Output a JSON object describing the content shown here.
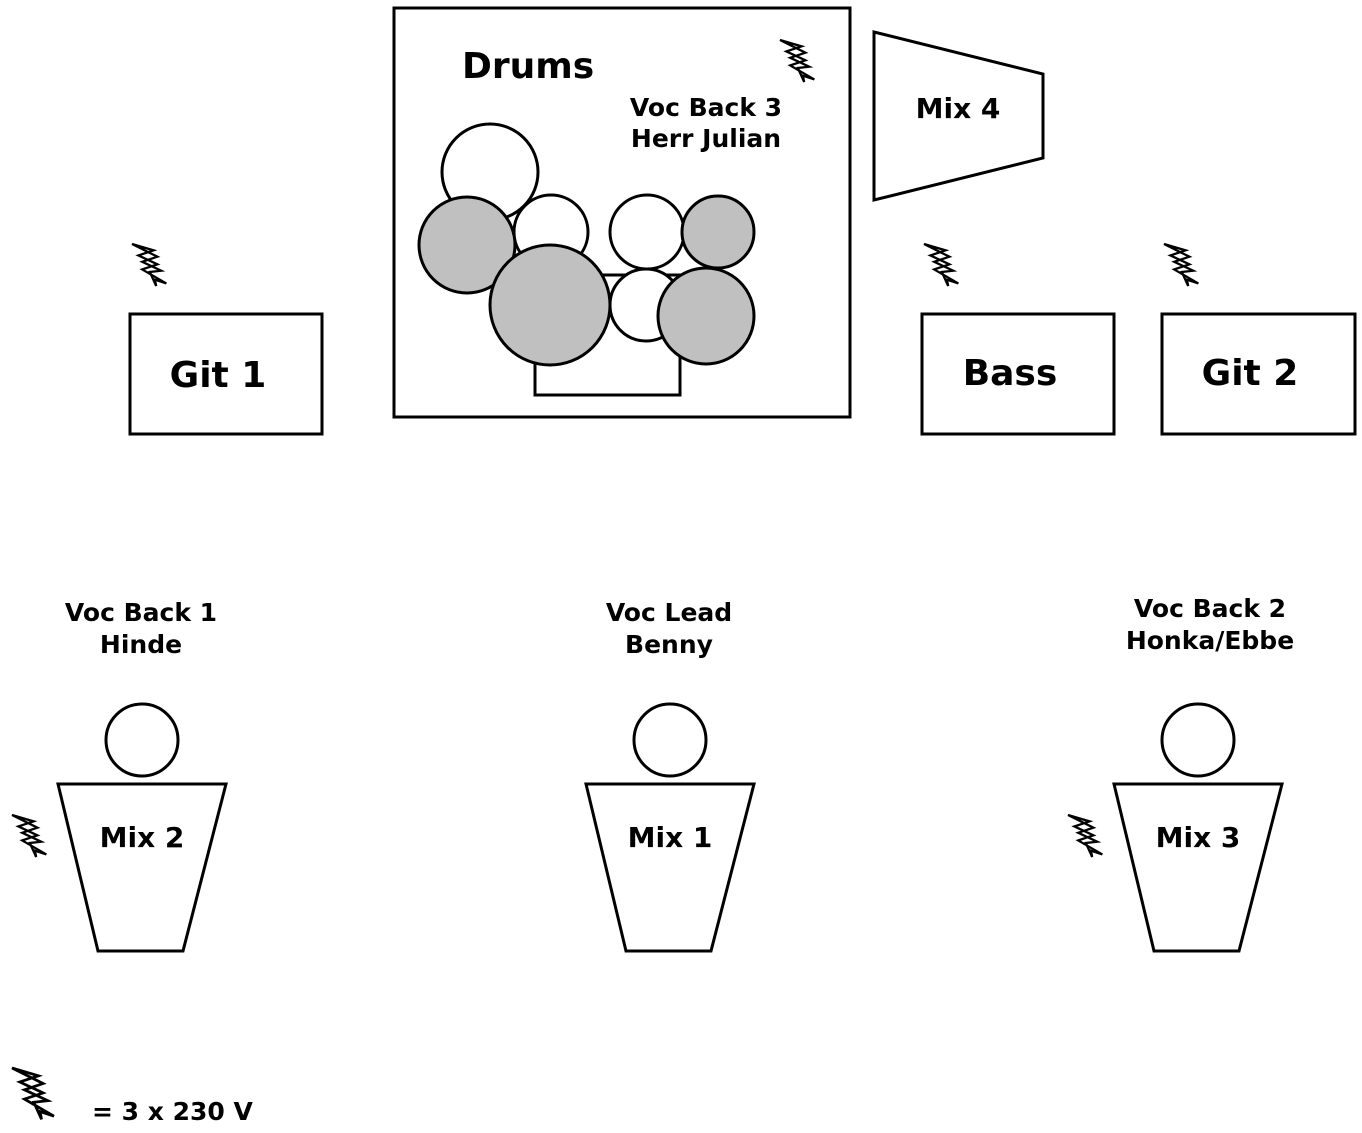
{
  "drums": {
    "title": "Drums",
    "vocal_line1": "Voc Back 3",
    "vocal_line2": "Herr Julian"
  },
  "monitor_mix4": {
    "label": "Mix 4"
  },
  "amps": {
    "git1": {
      "label": "Git 1"
    },
    "bass": {
      "label": "Bass"
    },
    "git2": {
      "label": "Git 2"
    }
  },
  "vocalists": [
    {
      "line1": "Voc Back 1",
      "line2": "Hinde",
      "mix": "Mix 2"
    },
    {
      "line1": "Voc Lead",
      "line2": "Benny",
      "mix": "Mix 1"
    },
    {
      "line1": "Voc Back 2",
      "line2": "Honka/Ebbe",
      "mix": "Mix 3"
    }
  ],
  "legend": {
    "text": "= 3 x 230 V",
    "icon": "power-bolt-icon"
  },
  "colors": {
    "stroke": "#000000",
    "drum_fill_grey": "#c0c0c0",
    "background": "#ffffff"
  }
}
